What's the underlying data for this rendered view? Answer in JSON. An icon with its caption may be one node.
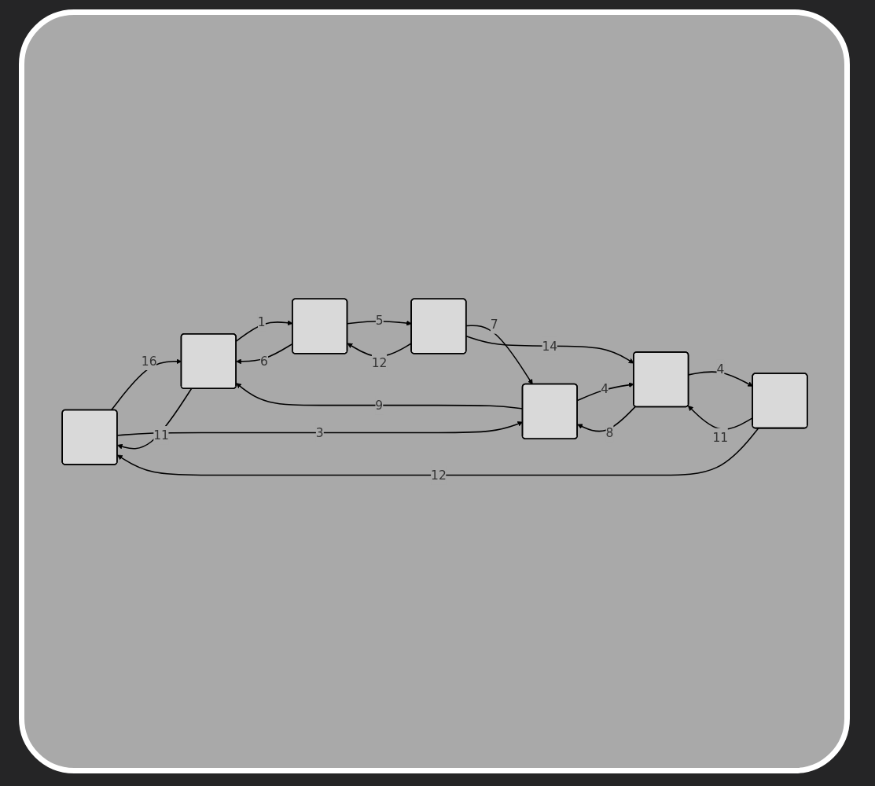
{
  "diagram": {
    "nodes": [
      {
        "text": [],
        "shape": "box"
      },
      {
        "text": [],
        "shape": "box"
      },
      {
        "text": [],
        "shape": "box"
      },
      {
        "text": [],
        "shape": "box"
      },
      {
        "text": [],
        "shape": "box"
      },
      {
        "text": [],
        "shape": "box"
      },
      {
        "text": [],
        "shape": "box"
      }
    ],
    "edges": [
      {
        "from": 1,
        "to": 0,
        "arrow": "to",
        "label": "11"
      },
      {
        "from": 0,
        "to": 1,
        "arrow": "to",
        "label": "16"
      },
      {
        "from": 1,
        "to": 3,
        "arrow": "to",
        "label": "1"
      },
      {
        "from": 3,
        "to": 1,
        "arrow": "to",
        "label": "6"
      },
      {
        "from": 2,
        "to": 0,
        "arrow": "to",
        "label": "12"
      },
      {
        "from": 4,
        "to": 2,
        "arrow": "to",
        "label": "4"
      },
      {
        "from": 2,
        "to": 4,
        "arrow": "to",
        "label": "11"
      },
      {
        "from": 0,
        "to": 5,
        "arrow": "to",
        "label": "3"
      },
      {
        "from": 5,
        "to": 1,
        "arrow": "to",
        "label": "9"
      },
      {
        "from": 3,
        "to": 6,
        "arrow": "to",
        "label": "5"
      },
      {
        "from": 6,
        "to": 3,
        "arrow": "to",
        "label": "12"
      },
      {
        "from": 4,
        "to": 5,
        "arrow": "to",
        "label": "8"
      },
      {
        "from": 6,
        "to": 5,
        "arrow": "to",
        "label": "7"
      },
      {
        "from": 5,
        "to": 4,
        "arrow": "to",
        "label": "4"
      },
      {
        "from": 6,
        "to": 4,
        "arrow": "to",
        "label": "14"
      }
    ]
  }
}
